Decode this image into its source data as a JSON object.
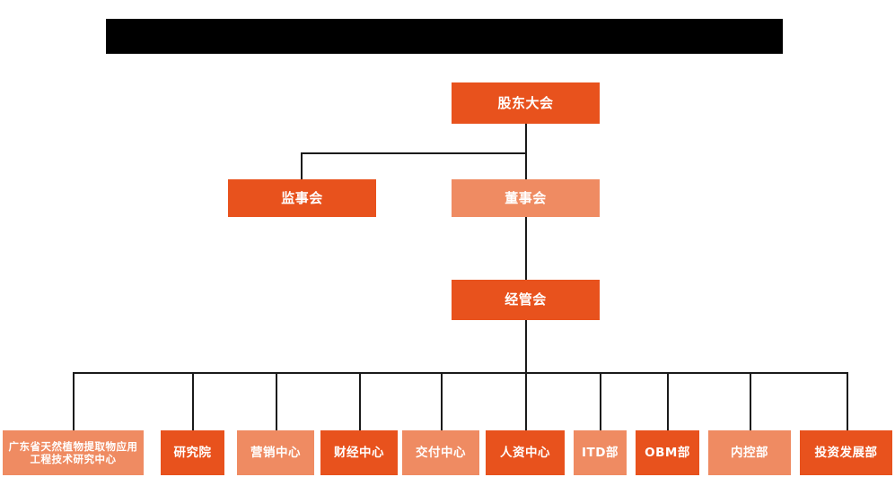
{
  "chart": {
    "type": "org-chart",
    "title_bar": {
      "label": "",
      "redacted": true
    },
    "colors": {
      "dark_orange": "#E8521D",
      "light_salmon": "#EF8B62",
      "connector": "#1a1a1a",
      "background": "#ffffff",
      "redaction": "#000000"
    },
    "levels": [
      {
        "level": 1,
        "nodes": [
          {
            "id": "shareholders",
            "label": "股东大会",
            "color": "dark"
          }
        ]
      },
      {
        "level": 2,
        "nodes": [
          {
            "id": "supervisors",
            "label": "监事会",
            "color": "dark"
          },
          {
            "id": "board",
            "label": "董事会",
            "color": "light"
          }
        ]
      },
      {
        "level": 3,
        "nodes": [
          {
            "id": "management-committee",
            "label": "经管会",
            "color": "dark"
          }
        ]
      },
      {
        "level": 4,
        "nodes": [
          {
            "id": "research-center-gd",
            "label": "广东省天然植物提取物应用工程技术研究中心",
            "color": "light"
          },
          {
            "id": "research-institute",
            "label": "研究院",
            "color": "dark"
          },
          {
            "id": "marketing-center",
            "label": "营销中心",
            "color": "light"
          },
          {
            "id": "finance-center",
            "label": "财经中心",
            "color": "dark"
          },
          {
            "id": "delivery-center",
            "label": "交付中心",
            "color": "light"
          },
          {
            "id": "hr-center",
            "label": "人资中心",
            "color": "dark"
          },
          {
            "id": "itd-dept",
            "label": "ITD部",
            "color": "light"
          },
          {
            "id": "obm-dept",
            "label": "OBM部",
            "color": "dark"
          },
          {
            "id": "internal-control-dept",
            "label": "内控部",
            "color": "light"
          },
          {
            "id": "investment-development-dept",
            "label": "投资发展部",
            "color": "dark"
          }
        ]
      }
    ],
    "edges": [
      {
        "from": "shareholders",
        "to": "supervisors"
      },
      {
        "from": "shareholders",
        "to": "board"
      },
      {
        "from": "board",
        "to": "management-committee"
      },
      {
        "from": "management-committee",
        "to": "research-center-gd"
      },
      {
        "from": "management-committee",
        "to": "research-institute"
      },
      {
        "from": "management-committee",
        "to": "marketing-center"
      },
      {
        "from": "management-committee",
        "to": "finance-center"
      },
      {
        "from": "management-committee",
        "to": "delivery-center"
      },
      {
        "from": "management-committee",
        "to": "hr-center"
      },
      {
        "from": "management-committee",
        "to": "itd-dept"
      },
      {
        "from": "management-committee",
        "to": "obm-dept"
      },
      {
        "from": "management-committee",
        "to": "internal-control-dept"
      },
      {
        "from": "management-committee",
        "to": "investment-development-dept"
      }
    ]
  }
}
